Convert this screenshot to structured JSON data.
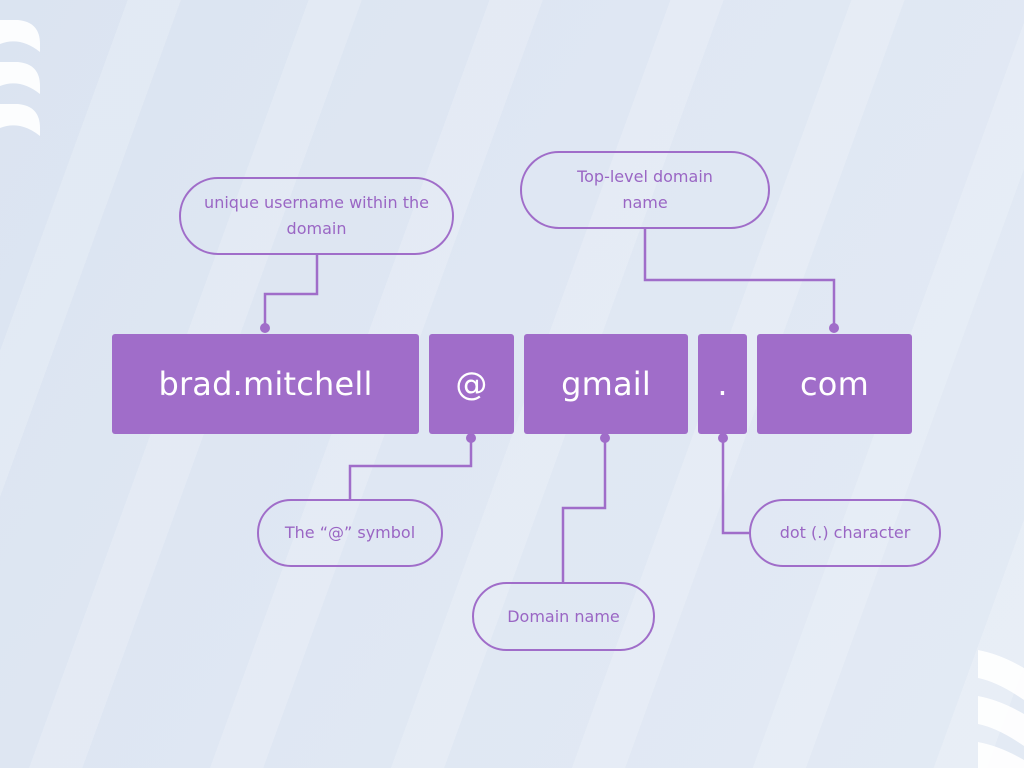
{
  "colors": {
    "accent": "#a06dc9",
    "background": "#dfe7f3",
    "segment_text": "#ffffff"
  },
  "email_parts": {
    "username": "brad.mitchell",
    "at": "@",
    "domain": "gmail",
    "dot": ".",
    "tld": "com"
  },
  "callouts": {
    "username": "unique username within the domain",
    "tld": "Top-level domain name",
    "at": "The “@” symbol",
    "domain": "Domain name",
    "dot": "dot (.) character"
  }
}
